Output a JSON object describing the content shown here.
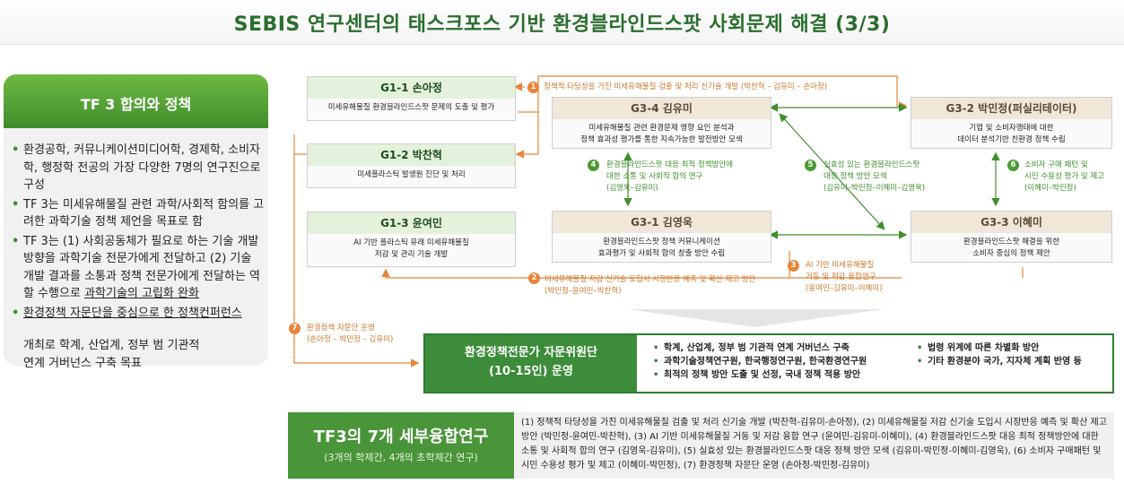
{
  "title": "SEBIS 연구센터의 태스크포스 기반  환경블라인드스팟 사회문제 해결 (3/3)",
  "left_panel": {
    "header": "TF 3 합의와 정책",
    "items": [
      "환경공학, 커뮤니케이션미디어학, 경제학, 소비자학, 행정학 전공의 가장 다양한 7명의 연구진으로 구성",
      "TF 3는 미세유해물질 관련 과학/사회적 함의를 고려한 과학기술  정책 제언을 목표로 함",
      "TF 3는  (1) 사회공동체가 필요로 하는 기술 개발 방향을 과학기술 전문가에게 전달하고 (2) 기술 개발 결과를 소통과 정책 전문가에게 전달하는 역할 수행으로",
      "과학기술의 고립화 완화",
      "환경정책 자문단을 중심으로 한 정책컨퍼런스",
      "개최로  학계, 산업계, 정부 범 기관적",
      "연계 거버넌스 구축 목표"
    ]
  },
  "boxes": {
    "g11": {
      "head": "G1-1 손아정",
      "body": "미세유해물질 환경블라인드스팟 문제의 도출 및 평가"
    },
    "g12": {
      "head": "G1-2 박찬혁",
      "body": "미세플라스틱 발생원 진단 및 처리"
    },
    "g13": {
      "head": "G1-3 윤여민",
      "body": "AI 기반 플라스틱 유래 미세유해물질\n저감 및 관리 기술 개발"
    },
    "g34": {
      "head": "G3-4 김유미",
      "body": "미세유해물질 관련 환경문제 영향 요인 분석과\n정책 효과성 평가를 통한 지속가능한 발전방안 모색"
    },
    "g31": {
      "head": "G3-1 김영욱",
      "body": "환경블라인드스팟 정책 커뮤니케이션\n효과평가 및 사회적 합의 창출 방안 수립"
    },
    "g32": {
      "head": "G3-2 박민정(퍼실리테이터)",
      "body": "기업 및 소비자행태에 대한\n데이터 분석기반 친환경 정책 수립"
    },
    "g33": {
      "head": "G3-3 이혜미",
      "body": "환경블라인드스팟 해결을 위한\n소비자 중심의 정책 제안"
    }
  },
  "annotations": {
    "a1": {
      "num": "1",
      "text": "정책적 타당성을 가진 미세유해물질 검출 및 처리 신기술 개발 (박찬혁 – 김유미 – 손아정)"
    },
    "a2": {
      "num": "2",
      "text": "미세유해물질 저감 신기술 도입시 시장반응 예측 및 확산 제고 방안\n(박민정–윤여민–박찬혁)"
    },
    "a3": {
      "num": "3",
      "text": "AI 기반 미세유해물질\n거동 및 저감 융합연구\n(윤여민–김유미–이혜미)"
    },
    "a4": {
      "num": "4",
      "text": "환경블라인드스팟 대응 최적 정책방안에\n대한 소통 및 사회적 합의 연구\n(김영욱–김유미)"
    },
    "a5": {
      "num": "5",
      "text": "실효성 있는 환경블라인드스팟\n대응 정책 방안 모색\n(김유미–박민정–이혜미–김영욱)"
    },
    "a6": {
      "num": "6",
      "text": "소비자 구매 패턴 및\n시민 수용성 평가 및 제고\n(이혜미–박민정)"
    },
    "a7": {
      "num": "7",
      "text": "환경정책 자문단 운영\n(손아정 – 박민정 – 김유미)"
    }
  },
  "advisory": {
    "title": "환경정책전문가 자문위원단\n(10-15인) 운영",
    "col1": [
      "학계, 산업계, 정부 범 기관적 연계 거버넌스 구축",
      "과학기술정책연구원, 한국행정연구원, 한국환경연구원",
      "최적의 정책 방안 도출 및 선정, 국내 정책 적용 방안"
    ],
    "col2": [
      "법령 위계에 따른 차별화 방안",
      "기타 환경분야 국가, 지자체 계획 반영 등"
    ]
  },
  "bottom": {
    "title": "TF3의 7개 세부융합연구",
    "subtitle": "(3개의 학제간, 4개의 초학제간 연구)",
    "text": "(1) 정책적 타당성을 가진 미세유해물질 검출 및 처리 신기술 개발 (박찬혁-김유미-손아정), (2) 미세유해물질 저감 신기술 도입시 시장반응 예측 및 확산 제고 방안 (박민정-윤여민-박찬혁), (3) AI 기반 미세유해물질 거동 및 저감 융합 연구 (윤여민-김유미-이혜미), (4) 환경블라인드스팟 대응 최적 정책방안에 대한 소통 및 사회적 합의 연구 (김영욱-김유미), (5) 실효성 있는 환경블라인드스팟 대응 정책 방안 모색 (김유미-박민정-이혜미-김영욱), (6) 소비자 구매패턴 및 시민 수용성 평가 및 제고 (이혜미-박민정), (7) 환경정책 자문단 운영 (손아정-박민정-김유미)"
  },
  "colors": {
    "green": "#3f8e2b",
    "orange": "#e8843a",
    "tan": "#f0e7d8",
    "title": "#2a6e2e"
  }
}
